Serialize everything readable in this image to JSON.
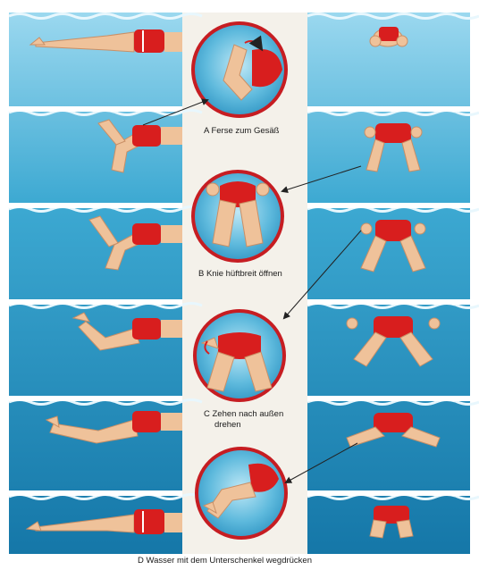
{
  "colors": {
    "water_top": "#8ed0ea",
    "water_mid": "#2c9ac6",
    "water_deep": "#1478a8",
    "wave": "#e8f7fd",
    "skin": "#efc29a",
    "skin_shade": "#c98f66",
    "trunks": "#d81e1e",
    "center_column": "#f4f1ea",
    "circle_outline": "#c61d22",
    "arrow": "#222222"
  },
  "captions": {
    "a": "A  Ferse zum Gesäß",
    "b": "B  Knie hüftbreit öffnen",
    "c_line1": "C  Zehen nach außen",
    "c_line2": "drehen",
    "d": "D  Wasser mit dem Unterschenkel wegdrücken"
  },
  "panels_left": [
    {
      "pose": "legs-extended"
    },
    {
      "pose": "heels-to-buttocks"
    },
    {
      "pose": "knees-bent"
    },
    {
      "pose": "feet-turned-out"
    },
    {
      "pose": "kick-pushing"
    },
    {
      "pose": "legs-closed"
    }
  ],
  "panels_right": [
    {
      "pose": "legs-extended-rear-view"
    },
    {
      "pose": "heels-to-buttocks-rear-view"
    },
    {
      "pose": "knees-hip-width-rear-view"
    },
    {
      "pose": "feet-turned-out-rear-view"
    },
    {
      "pose": "kick-pushing-rear-view"
    },
    {
      "pose": "legs-closed-rear-view"
    }
  ],
  "detail_circles": [
    {
      "label": "a",
      "pose": "heel-to-buttock-closeup"
    },
    {
      "label": "b",
      "pose": "knees-open-closeup"
    },
    {
      "label": "c",
      "pose": "toes-out-closeup"
    },
    {
      "label": "d",
      "pose": "lower-leg-push-closeup"
    }
  ]
}
